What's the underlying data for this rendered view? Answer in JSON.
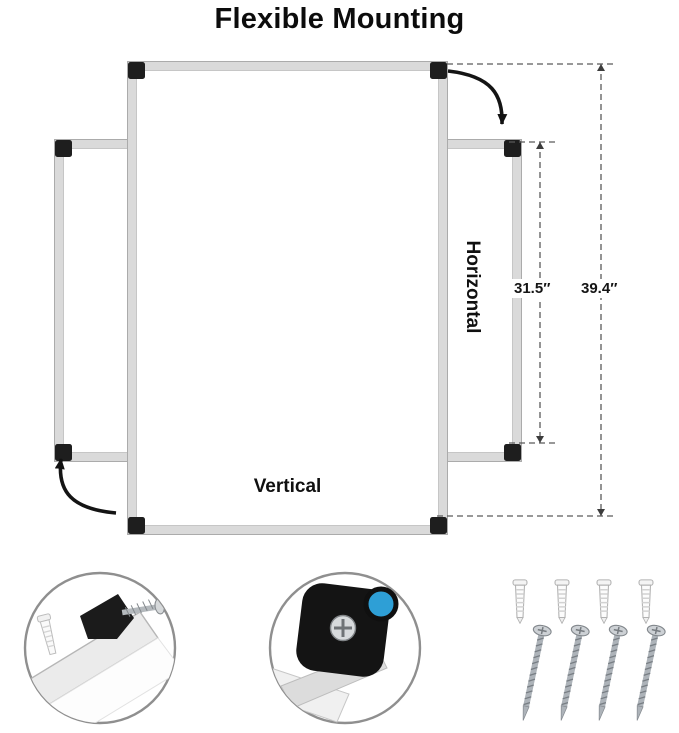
{
  "title": "Flexible Mounting",
  "diagram": {
    "vertical_board_label": "Vertical",
    "horizontal_board_label": "Horizontal",
    "dimensions": {
      "horizontal_height": "31.5″",
      "overall_height": "39.4″"
    }
  },
  "hardware": {
    "wall_anchor_icon": "wall-anchor-icon",
    "screw_icon": "screw-icon",
    "anchor_count": 4,
    "screw_count": 4
  },
  "details": {
    "left_circle": "corner-mount-closeup",
    "right_circle": "corner-cap-closeup"
  },
  "colors": {
    "frame_silver": "#dadada",
    "corner_black": "#1e1e1e",
    "magnet_blue": "#2e9fd6",
    "text_black": "#0c0c0c"
  }
}
